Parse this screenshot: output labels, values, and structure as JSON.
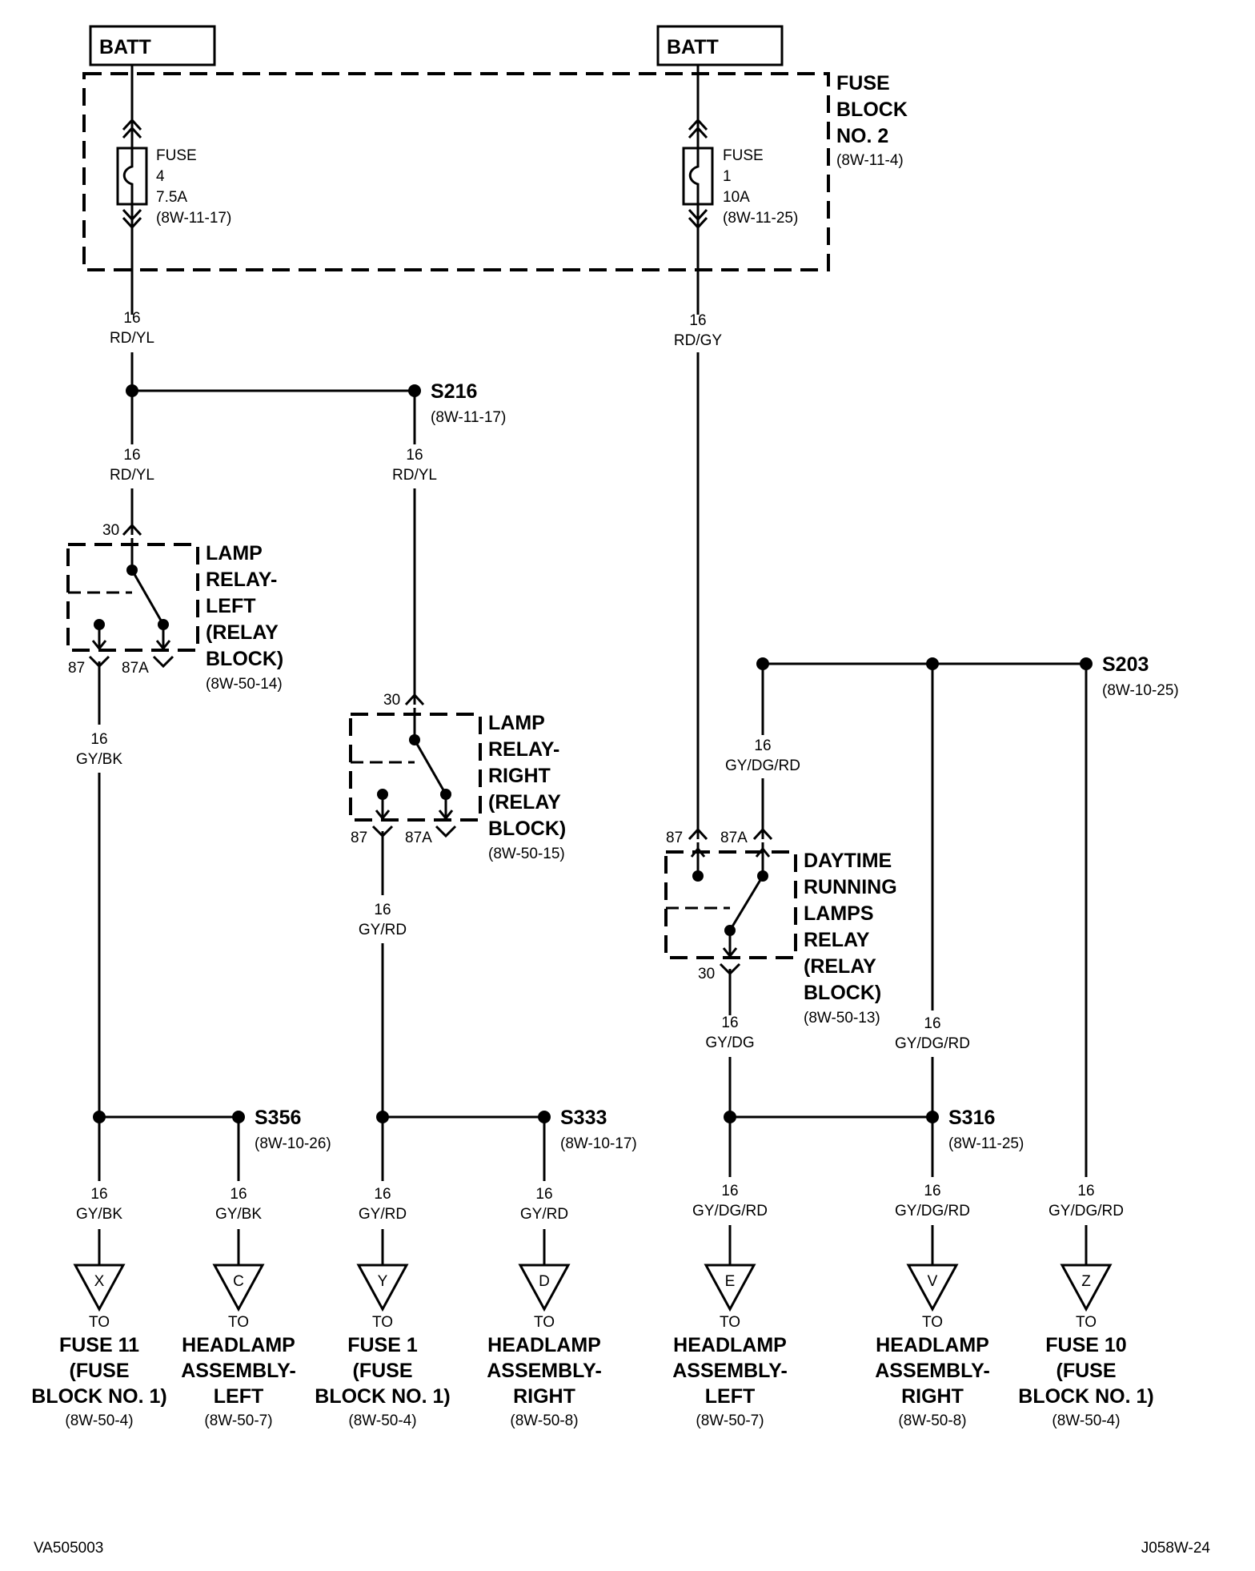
{
  "batt_labels": [
    "BATT",
    "BATT"
  ],
  "fuse_block": {
    "lines": [
      "FUSE",
      "BLOCK",
      "NO. 2"
    ],
    "ref": "(8W-11-4)"
  },
  "fuses": [
    {
      "lines": [
        "FUSE",
        "4",
        "7.5A",
        "(8W-11-17)"
      ]
    },
    {
      "lines": [
        "FUSE",
        "1",
        "10A",
        "(8W-11-25)"
      ]
    }
  ],
  "wire_labels": [
    {
      "gauge": "16",
      "color": "RD/YL"
    },
    {
      "gauge": "16",
      "color": "RD/GY"
    },
    {
      "gauge": "16",
      "color": "RD/YL"
    },
    {
      "gauge": "16",
      "color": "RD/YL"
    },
    {
      "gauge": "16",
      "color": "GY/BK"
    },
    {
      "gauge": "16",
      "color": "GY/RD"
    },
    {
      "gauge": "16",
      "color": "GY/DG/RD"
    },
    {
      "gauge": "16",
      "color": "GY/DG"
    },
    {
      "gauge": "16",
      "color": "GY/DG/RD"
    },
    {
      "gauge": "16",
      "color": "GY/BK"
    },
    {
      "gauge": "16",
      "color": "GY/BK"
    },
    {
      "gauge": "16",
      "color": "GY/RD"
    },
    {
      "gauge": "16",
      "color": "GY/RD"
    },
    {
      "gauge": "16",
      "color": "GY/DG/RD"
    },
    {
      "gauge": "16",
      "color": "GY/DG/RD"
    },
    {
      "gauge": "16",
      "color": "GY/DG/RD"
    }
  ],
  "splices": [
    {
      "id": "S216",
      "ref": "(8W-11-17)"
    },
    {
      "id": "S203",
      "ref": "(8W-10-25)"
    },
    {
      "id": "S356",
      "ref": "(8W-10-26)"
    },
    {
      "id": "S333",
      "ref": "(8W-10-17)"
    },
    {
      "id": "S316",
      "ref": "(8W-11-25)"
    }
  ],
  "relays": [
    {
      "lines": [
        "LAMP",
        "RELAY-",
        "LEFT",
        "(RELAY",
        "BLOCK)"
      ],
      "ref": "(8W-50-14)",
      "pins": [
        "30",
        "87",
        "87A"
      ]
    },
    {
      "lines": [
        "LAMP",
        "RELAY-",
        "RIGHT",
        "(RELAY",
        "BLOCK)"
      ],
      "ref": "(8W-50-15)",
      "pins": [
        "30",
        "87",
        "87A"
      ]
    },
    {
      "lines": [
        "DAYTIME",
        "RUNNING",
        "LAMPS",
        "RELAY",
        "(RELAY",
        "BLOCK)"
      ],
      "ref": "(8W-50-13)",
      "pins": [
        "87",
        "87A",
        "30"
      ]
    }
  ],
  "destinations": [
    {
      "letter": "X",
      "to": "TO",
      "lines": [
        "FUSE 11",
        "(FUSE",
        "BLOCK NO. 1)"
      ],
      "ref": "(8W-50-4)"
    },
    {
      "letter": "C",
      "to": "TO",
      "lines": [
        "HEADLAMP",
        "ASSEMBLY-",
        "LEFT"
      ],
      "ref": "(8W-50-7)"
    },
    {
      "letter": "Y",
      "to": "TO",
      "lines": [
        "FUSE 1",
        "(FUSE",
        "BLOCK NO. 1)"
      ],
      "ref": "(8W-50-4)"
    },
    {
      "letter": "D",
      "to": "TO",
      "lines": [
        "HEADLAMP",
        "ASSEMBLY-",
        "RIGHT"
      ],
      "ref": "(8W-50-8)"
    },
    {
      "letter": "E",
      "to": "TO",
      "lines": [
        "HEADLAMP",
        "ASSEMBLY-",
        "LEFT"
      ],
      "ref": "(8W-50-7)"
    },
    {
      "letter": "V",
      "to": "TO",
      "lines": [
        "HEADLAMP",
        "ASSEMBLY-",
        "RIGHT"
      ],
      "ref": "(8W-50-8)"
    },
    {
      "letter": "Z",
      "to": "TO",
      "lines": [
        "FUSE 10",
        "(FUSE",
        "BLOCK NO. 1)"
      ],
      "ref": "(8W-50-4)"
    }
  ],
  "footer": {
    "left": "VA505003",
    "right": "J058W-24"
  }
}
